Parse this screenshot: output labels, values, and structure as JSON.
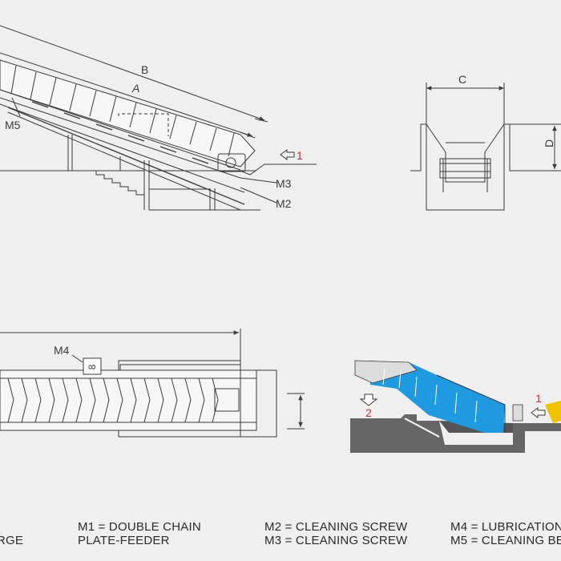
{
  "side_view": {
    "dim_b": "B",
    "dim_a": "A",
    "labels": {
      "m5": "M5",
      "m3": "M3",
      "m2": "M2"
    },
    "arrow_label": "1"
  },
  "end_view": {
    "dim_c": "C",
    "dim_d": "D"
  },
  "top_view": {
    "m4": "M4",
    "m4_tag": "8"
  },
  "thumbnail": {
    "label_1": "1",
    "label_2": "2"
  },
  "legend": {
    "col0": {
      "line1": "",
      "line2": "RGE"
    },
    "col1": {
      "line1": "M1 = DOUBLE CHAIN",
      "line2": "PLATE-FEEDER"
    },
    "col2": {
      "line1": "M2 = CLEANING SCREW",
      "line2": "M3 = CLEANING SCREW"
    },
    "col3": {
      "line1": "M4 = LUBRICATION",
      "line2": "M5 = CLEANING BE"
    }
  },
  "colors": {
    "line": "#3a3a3a",
    "accent_red": "#d8282f",
    "blue": "#1e9be0",
    "yellow": "#f2c200",
    "ground": "#555555"
  }
}
